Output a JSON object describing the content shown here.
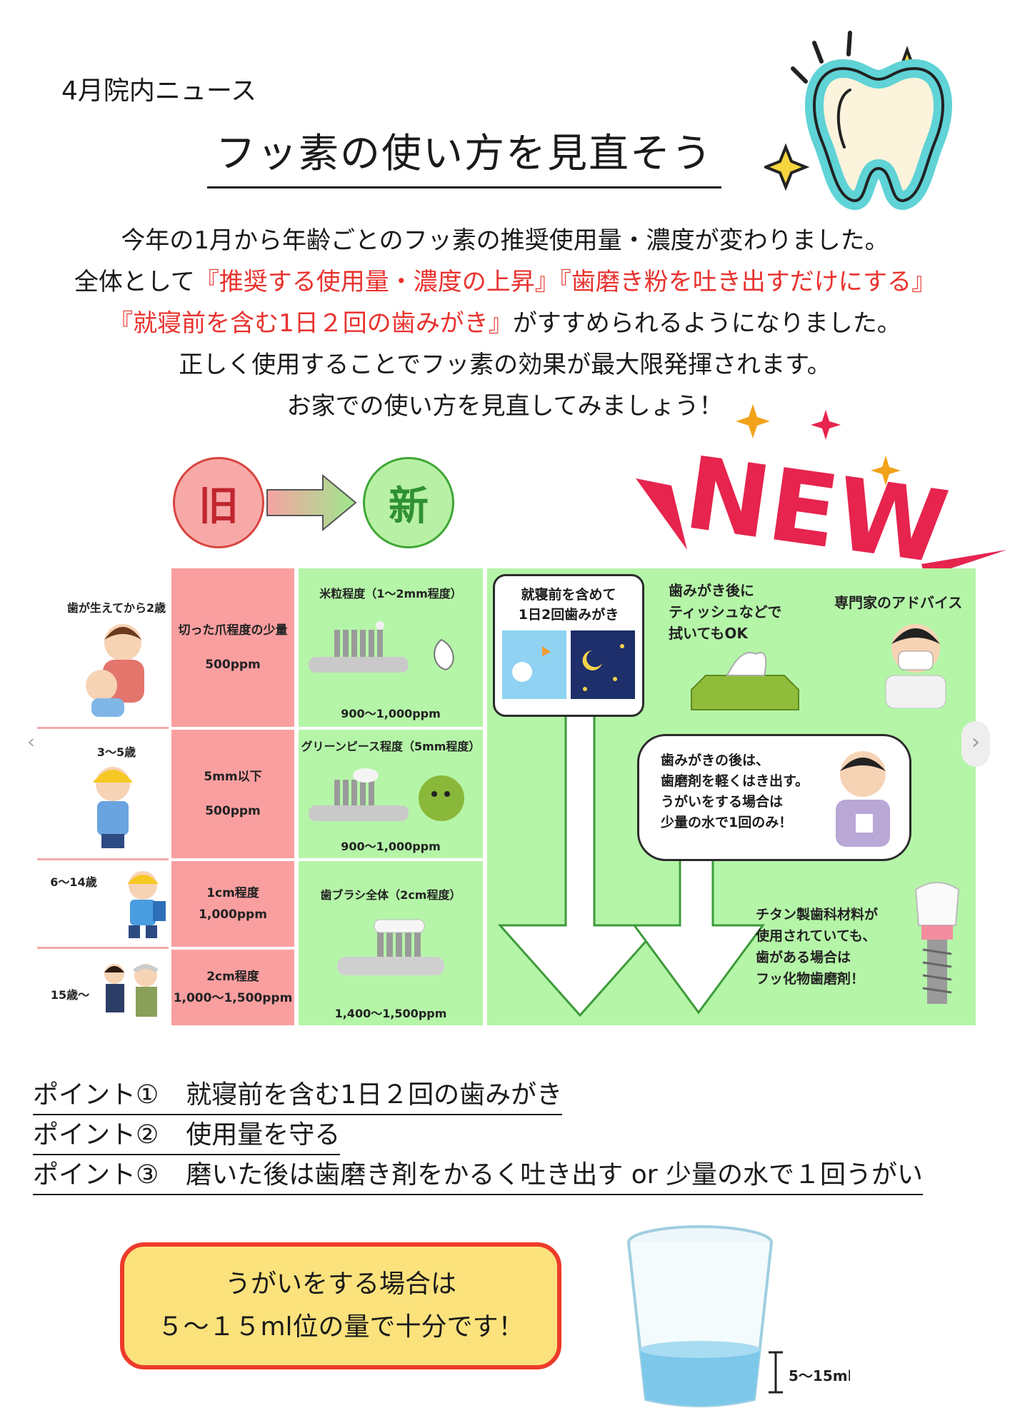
{
  "header": {
    "news_label": "4月院内ニュース",
    "title": "フッ素の使い方を見直そう"
  },
  "intro": {
    "line1": "今年の1月から年齢ごとのフッ素の推奨使用量・濃度が変わりました。",
    "line2_a": "全体として",
    "line2_b": "『推奨する使用量・濃度の上昇』",
    "line2_c": "『歯磨き粉を吐き出すだけにする』",
    "line3_a": "『就寝前を含む1日２回の歯みがき』",
    "line3_b": "がすすめられるようになりました。",
    "line4": "正しく使用することでフッ素の効果が最大限発揮されます。",
    "line5": "お家での使い方を見直してみましょう！"
  },
  "compare": {
    "old": "旧",
    "new": "新",
    "badge": "NEW"
  },
  "table": {
    "rows": [
      {
        "age": "歯が生えてから2歳",
        "old_amount": "切った爪程度の少量",
        "old_ppm": "500ppm",
        "new_amount": "米粒程度（1～2mm程度）",
        "new_ppm": "900～1,000ppm"
      },
      {
        "age": "3～5歳",
        "old_amount": "5mm以下",
        "old_ppm": "500ppm",
        "new_amount": "グリーンピース程度（5mm程度）",
        "new_ppm": "900～1,000ppm"
      },
      {
        "age": "6～14歳",
        "old_amount": "1cm程度",
        "old_ppm": "1,000ppm",
        "new_amount": "歯ブラシ全体（2cm程度）",
        "new_ppm": ""
      },
      {
        "age": "15歳～",
        "old_amount": "2cm程度",
        "old_ppm": "1,000～1,500ppm",
        "new_amount": "",
        "new_ppm": "1,400～1,500ppm"
      }
    ],
    "bubble_brush": "就寝前を含めて\n1日2回歯みがき",
    "tissue_text": "歯みがき後に\nティッシュなどで\n拭いてもOK",
    "expert_label": "専門家のアドバイス",
    "advice_bubble": "歯みがきの後は、\n歯磨剤を軽くはき出す。\nうがいをする場合は\n少量の水で1回のみ！",
    "titanium_text": "チタン製歯科材料が\n使用されていても、\n歯がある場合は\nフッ化物歯磨剤！"
  },
  "points": [
    {
      "label": "ポイント①",
      "text": "就寝前を含む1日２回の歯みがき"
    },
    {
      "label": "ポイント②",
      "text": "使用量を守る"
    },
    {
      "label": "ポイント③",
      "text": "磨いた後は歯磨き剤をかるく吐き出す or 少量の水で１回うがい"
    }
  ],
  "callout": {
    "line1": "うがいをする場合は",
    "line2": "５～１５ml位の量で十分です！"
  },
  "glass_label": "5～15ml",
  "colors": {
    "red": "#e8322e",
    "pink": "#fa9fa0",
    "green": "#b5f5a8",
    "callout_bg": "#fbe27c"
  }
}
